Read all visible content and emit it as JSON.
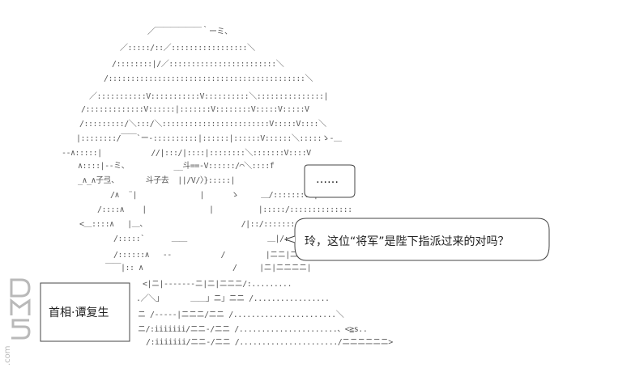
{
  "caption_box": {
    "label": "首相·谭复生"
  },
  "speech_bubble_small": {
    "text": "……"
  },
  "speech_bubble_large": {
    "text": "玲，这位“将军”是陛下指派过来的对吗？"
  },
  "ascii_art": {
    "lines": [
      "／￣￣￣￣￣￣｀ーミ、",
      "／:::::/::／:::::::::::::::::＼",
      "/::::::::|/／::::::::::::::::::::::::＼",
      "/::::::::::::::::::::::::::::::::::::::::::::＼",
      "／:::::::::::V:::::::::::V::::::::::＼:::::::::::::::|",
      "/:::::::::::::V::::::|:::::::V::::::::V:::::V:::::V",
      "/:::::::::/＼:::/＼::::::::::::::::::::::::V:::::V::::＼",
      "|::::::::/￣￣`ー-::::::::::|::::::|::::::V::::::＼:::::ゝ-＿",
      "--∧:::::|           //|:::/|::::|::::::::＼:::::::V::::V",
      "∧::::|--ミ、          __斗==-V::::::/⌒＼::::f",
      "_∧_∧子弖、      斗子去  ||/V/〉}:::::|",
      "/∧  ¨|              |      ゝ     ＿/:::::::::|",
      "/::::∧    |              |          |:::::/::::::::::::::",
      "<＿::::∧   |＿、                     /|::/::::::::::::::",
      "/:::::`      ＿＿                  ＿|/:::::::::::::",
      "/::::::∧   --           /         |ニニ|ニニV::::::",
      "￣￣|:: ∧                    /     |ニ|ニニニニ|",
      "<|ニ|-------ニ|ニ|ニニニ/:.........",
      ".／＼」      ＿＿」ニ」ニニ /.................",
      "ニ /-----|ニニニ/ニニ /.......................＼",
      "ニ/:iiiiiii/ニニ-/ニニ /......................、<≧s..",
      "/:iiiiiii/ニニ-/ニニ /....................../ニニニニニニ>"
    ]
  },
  "watermark": {
    "text": "DM5.com"
  }
}
